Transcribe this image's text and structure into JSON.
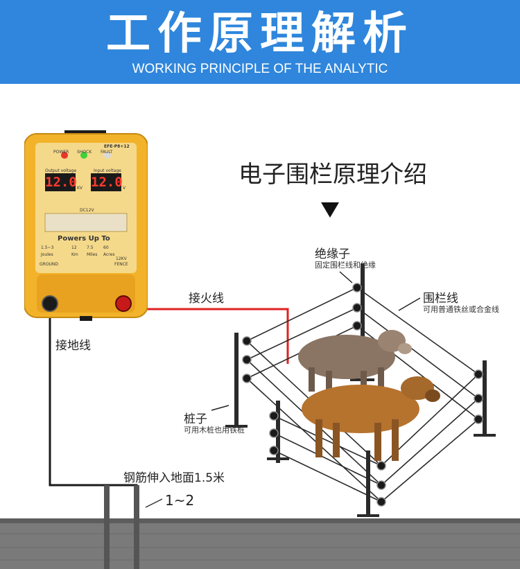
{
  "header": {
    "title": "工作原理解析",
    "subtitle": "WORKING PRINCIPLE OF THE ANALYTIC"
  },
  "device": {
    "model": "EFE-P8+12",
    "indicators": [
      "POWER",
      "SHOCK",
      "FAULT"
    ],
    "output_voltage_label": "Output voltage",
    "input_voltage_label": "Input voltage",
    "output_value": "12.0",
    "output_unit": "KV",
    "input_value": "12.0",
    "input_unit": "V",
    "dc_label": "DC12V",
    "brand": "Powers Up To",
    "specs": [
      {
        "value": "1.5~3",
        "unit": "Joules"
      },
      {
        "value": "12",
        "unit": "Km"
      },
      {
        "value": "7.5",
        "unit": "Miles"
      },
      {
        "value": "60",
        "unit": "Acres"
      }
    ],
    "ground_label": "GROUND",
    "fence_label": "FENCE",
    "fence_kv": "12KV"
  },
  "labels": {
    "intro": "电子围栏原理介绍",
    "live_wire": "接火线",
    "ground_wire": "接地线",
    "insulator": "绝缘子",
    "insulator_desc": "固定围栏线和绝缘",
    "fence_wire": "围栏线",
    "fence_wire_desc": "可用普通铁丝或合金线",
    "post": "桩子",
    "post_desc": "可用木桩也用铁桩",
    "rebar": "钢筋伸入地面1.5米",
    "rebar_count": "1~2"
  },
  "colors": {
    "header_bg": "#2f86dc",
    "device_body": "#f2b32b",
    "live_wire": "#e02020",
    "display_text": "#ff3b2e"
  }
}
